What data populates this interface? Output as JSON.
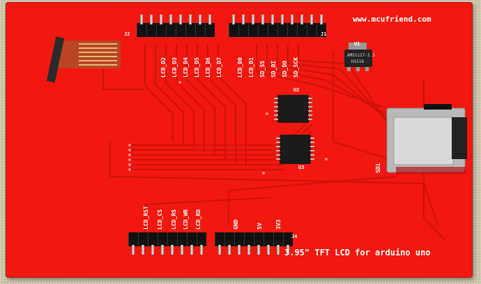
{
  "board": {
    "website": "www.mcufriend.com",
    "bottom_text": "3.95\" TFT LCD for  arduino uno",
    "designators": {
      "j1": "J1",
      "j2": "J2",
      "j4": "J4",
      "u1": "U1",
      "u2": "U2",
      "u3": "U3",
      "sd": "SD1"
    },
    "regulator_marking": "AMS1117-3.3",
    "regulator_code": "H1516",
    "top_pin_labels": [
      "LCD_D2",
      "LCD_D3",
      "LCD_D4",
      "LCD_D5",
      "LCD_D6",
      "LCD_D7",
      "LCD_D0",
      "LCD_D1",
      "SD_SS",
      "SD_DI",
      "SD_DO",
      "SD_SCK"
    ],
    "bottom_pin_labels": [
      "LCD_RST",
      "LCD_CS",
      "LCD_RS",
      "LCD_WR",
      "LCD_RD"
    ],
    "power_pin_labels": [
      "GND",
      "5V",
      "3V3"
    ]
  },
  "colors": {
    "pcb": "#f2180f",
    "silkscreen": "#ffffff",
    "background": "#cfc8ae"
  }
}
